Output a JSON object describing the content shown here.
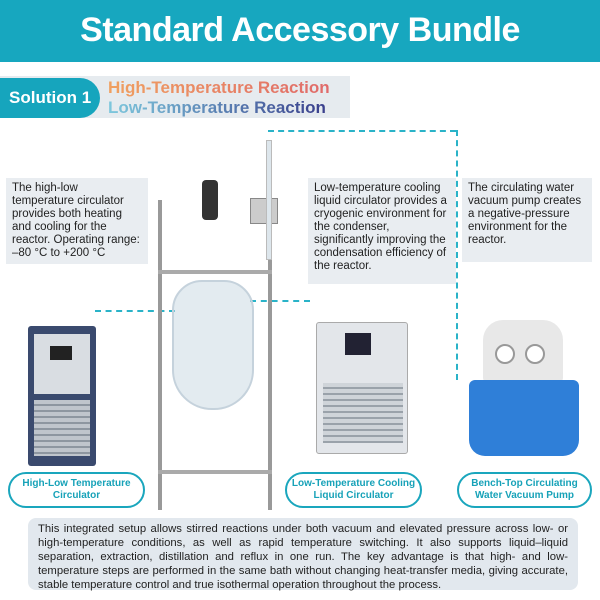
{
  "header": {
    "title": "Standard Accessory Bundle"
  },
  "solution": {
    "label": "Solution 1",
    "high": "High-Temperature Reaction",
    "low": "Low-Temperature Reaction"
  },
  "notes": {
    "left": "The high-low temperature circulator provides both heating and cooling for the reactor. Operating range: –80 °C to +200 °C",
    "middle": "Low-temperature cooling liquid circulator provides a cryogenic environment for the condenser, significantly improving the condensation efficiency of the reactor.",
    "right": "The circulating water vacuum pump creates a negative-pressure environment for the reactor."
  },
  "labels": {
    "left": "High-Low Temperature Circulator",
    "middle": "Low-Temperature Cooling Liquid Circulator",
    "right": "Bench-Top Circulating Water Vacuum Pump"
  },
  "summary": "This integrated setup allows stirred reactions under both vacuum and elevated pressure across low- or high-temperature conditions, as well as rapid temperature switching. It also supports liquid–liquid separation, extraction, distillation and reflux in one run. The key advantage is that high- and low-temperature steps are performed in the same bath without changing heat-transfer media, giving accurate, stable temperature control and true isothermal operation throughout the process.",
  "colors": {
    "accent": "#17a7bf",
    "note_bg": "#e9edf1"
  }
}
